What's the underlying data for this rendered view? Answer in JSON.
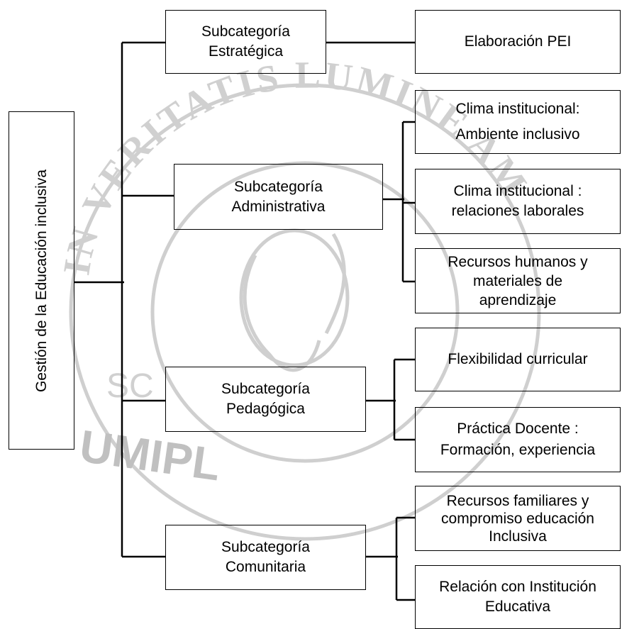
{
  "diagram": {
    "root": "Gestión de la Educación inclusiva",
    "subcategories": [
      {
        "label": "Subcategoría\nEstratégica",
        "items": [
          "Elaboración PEI"
        ]
      },
      {
        "label": "Subcategoría\nAdministrativa",
        "items": [
          "Clima institucional:\nAmbiente inclusivo",
          "Clima institucional :\nrelaciones laborales",
          "Recursos humanos y\nmateriales de\naprendizaje"
        ]
      },
      {
        "label": "Subcategoría\nPedagógica",
        "items": [
          "Flexibilidad curricular",
          "Práctica Docente :\nFormación, experiencia"
        ]
      },
      {
        "label": "Subcategoría\nComunitaria",
        "items": [
          "Recursos familiares y\ncompromiso educación\nInclusiva",
          "Relación con Institución\nEducativa"
        ]
      }
    ]
  },
  "watermark": {
    "seal_text": "IN VERITATIS LUMINE AMBULATE",
    "mark_letters": "UMIPL",
    "mark_initials": "SC",
    "color": "#c8c8c8"
  },
  "colors": {
    "line": "#000000",
    "text": "#000000",
    "background": "#ffffff"
  }
}
